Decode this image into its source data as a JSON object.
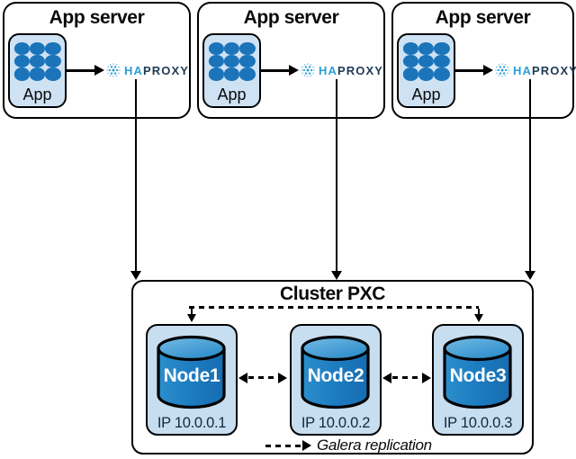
{
  "app_servers": [
    {
      "title": "App server",
      "app_label": "App",
      "haproxy": {
        "ha": "HA",
        "proxy": "PROXY"
      }
    },
    {
      "title": "App server",
      "app_label": "App",
      "haproxy": {
        "ha": "HA",
        "proxy": "PROXY"
      }
    },
    {
      "title": "App server",
      "app_label": "App",
      "haproxy": {
        "ha": "HA",
        "proxy": "PROXY"
      }
    }
  ],
  "cluster": {
    "title": "Cluster PXC",
    "nodes": [
      {
        "name": "Node1",
        "ip": "IP 10.0.0.1"
      },
      {
        "name": "Node2",
        "ip": "IP 10.0.0.2"
      },
      {
        "name": "Node3",
        "ip": "IP 10.0.0.3"
      }
    ],
    "legend_label": "Galera replication"
  },
  "icons": {
    "app": "app-grid-icon",
    "haproxy": "haproxy-sphere-icon",
    "database": "database-cylinder-icon"
  },
  "colors": {
    "dot_blue": "#1b74ba",
    "panel_light_blue": "#cfe2f4",
    "node_light_blue": "#c7ddf0",
    "cylinder_blue": "#1d7cc1",
    "haproxy_ha_blue": "#2a9fd5",
    "haproxy_proxy_navy": "#1f3a55",
    "ip_text_navy": "#16283a",
    "line_black": "#000000"
  }
}
